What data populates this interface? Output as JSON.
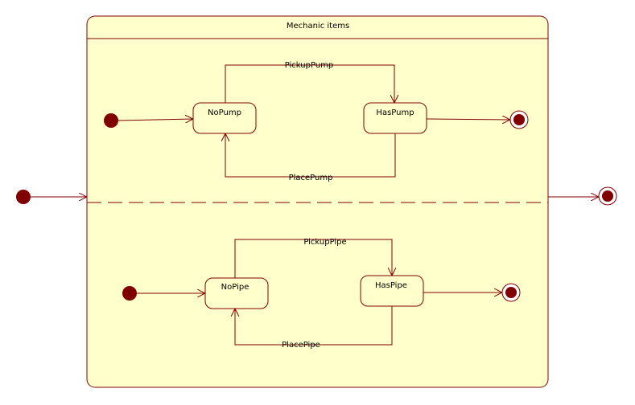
{
  "composite_state": {
    "title": "Mechanic items"
  },
  "regions": [
    {
      "states": {
        "from": "NoPump",
        "to": "HasPump"
      },
      "transitions": {
        "forward": "PickupPump",
        "back": "PlacePump"
      }
    },
    {
      "states": {
        "from": "NoPipe",
        "to": "HasPipe"
      },
      "transitions": {
        "forward": "PickupPipe",
        "back": "PlacePipe"
      }
    }
  ],
  "colors": {
    "fill": "#ffffcc",
    "stroke": "#800000",
    "node": "#800000",
    "text": "#000000"
  }
}
